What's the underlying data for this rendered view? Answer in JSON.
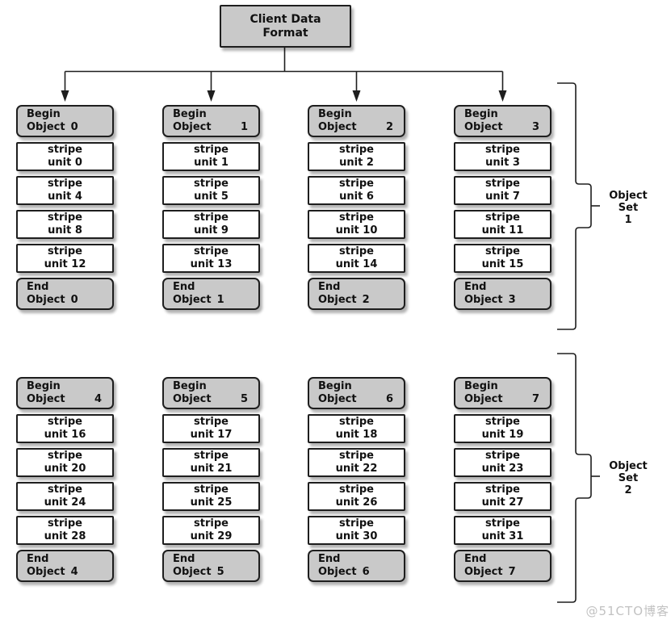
{
  "title": {
    "lines": [
      "Client Data",
      "Format"
    ]
  },
  "watermark": "@51CTO博客",
  "colors": {
    "box_fill": "#c9c9c9",
    "stripe_fill": "#ffffff",
    "line": "#1e1e1e",
    "text": "#111111",
    "watermark": "#c2c2c2"
  },
  "sets": [
    {
      "label": [
        "Object",
        "Set",
        "1"
      ],
      "columns": [
        {
          "begin": {
            "keyword": "Begin",
            "object_word": "Object",
            "number": "0",
            "number_right_aligned": false
          },
          "stripes": [
            {
              "line1": "stripe",
              "line2": "unit 0"
            },
            {
              "line1": "stripe",
              "line2": "unit 4"
            },
            {
              "line1": "stripe",
              "line2": "unit 8"
            },
            {
              "line1": "stripe",
              "line2": "unit 12"
            }
          ],
          "end": {
            "keyword": "End",
            "object_word": "Object",
            "number": "0"
          }
        },
        {
          "begin": {
            "keyword": "Begin",
            "object_word": "Object",
            "number": "1",
            "number_right_aligned": true
          },
          "stripes": [
            {
              "line1": "stripe",
              "line2": "unit 1"
            },
            {
              "line1": "stripe",
              "line2": "unit 5"
            },
            {
              "line1": "stripe",
              "line2": "unit 9"
            },
            {
              "line1": "stripe",
              "line2": "unit 13"
            }
          ],
          "end": {
            "keyword": "End",
            "object_word": "Object",
            "number": "1"
          }
        },
        {
          "begin": {
            "keyword": "Begin",
            "object_word": "Object",
            "number": "2",
            "number_right_aligned": true
          },
          "stripes": [
            {
              "line1": "stripe",
              "line2": "unit 2"
            },
            {
              "line1": "stripe",
              "line2": "unit 6"
            },
            {
              "line1": "stripe",
              "line2": "unit 10"
            },
            {
              "line1": "stripe",
              "line2": "unit 14"
            }
          ],
          "end": {
            "keyword": "End",
            "object_word": "Object",
            "number": "2"
          }
        },
        {
          "begin": {
            "keyword": "Begin",
            "object_word": "Object",
            "number": "3",
            "number_right_aligned": true
          },
          "stripes": [
            {
              "line1": "stripe",
              "line2": "unit 3"
            },
            {
              "line1": "stripe",
              "line2": "unit 7"
            },
            {
              "line1": "stripe",
              "line2": "unit 11"
            },
            {
              "line1": "stripe",
              "line2": "unit 15"
            }
          ],
          "end": {
            "keyword": "End",
            "object_word": "Object",
            "number": "3"
          }
        }
      ]
    },
    {
      "label": [
        "Object",
        "Set",
        "2"
      ],
      "columns": [
        {
          "begin": {
            "keyword": "Begin",
            "object_word": "Object",
            "number": "4",
            "number_right_aligned": true
          },
          "stripes": [
            {
              "line1": "stripe",
              "line2": "unit 16"
            },
            {
              "line1": "stripe",
              "line2": "unit 20"
            },
            {
              "line1": "stripe",
              "line2": "unit 24"
            },
            {
              "line1": "stripe",
              "line2": "unit 28"
            }
          ],
          "end": {
            "keyword": "End",
            "object_word": "Object",
            "number": "4"
          }
        },
        {
          "begin": {
            "keyword": "Begin",
            "object_word": "Object",
            "number": "5",
            "number_right_aligned": true
          },
          "stripes": [
            {
              "line1": "stripe",
              "line2": "unit 17"
            },
            {
              "line1": "stripe",
              "line2": "unit 21"
            },
            {
              "line1": "stripe",
              "line2": "unit 25"
            },
            {
              "line1": "stripe",
              "line2": "unit 29"
            }
          ],
          "end": {
            "keyword": "End",
            "object_word": "Object",
            "number": "5"
          }
        },
        {
          "begin": {
            "keyword": "Begin",
            "object_word": "Object",
            "number": "6",
            "number_right_aligned": true
          },
          "stripes": [
            {
              "line1": "stripe",
              "line2": "unit 18"
            },
            {
              "line1": "stripe",
              "line2": "unit 22"
            },
            {
              "line1": "stripe",
              "line2": "unit 26"
            },
            {
              "line1": "stripe",
              "line2": "unit 30"
            }
          ],
          "end": {
            "keyword": "End",
            "object_word": "Object",
            "number": "6"
          }
        },
        {
          "begin": {
            "keyword": "Begin",
            "object_word": "Object",
            "number": "7",
            "number_right_aligned": true
          },
          "stripes": [
            {
              "line1": "stripe",
              "line2": "unit 19"
            },
            {
              "line1": "stripe",
              "line2": "unit 23"
            },
            {
              "line1": "stripe",
              "line2": "unit 27"
            },
            {
              "line1": "stripe",
              "line2": "unit 31"
            }
          ],
          "end": {
            "keyword": "End",
            "object_word": "Object",
            "number": "7"
          }
        }
      ]
    }
  ]
}
